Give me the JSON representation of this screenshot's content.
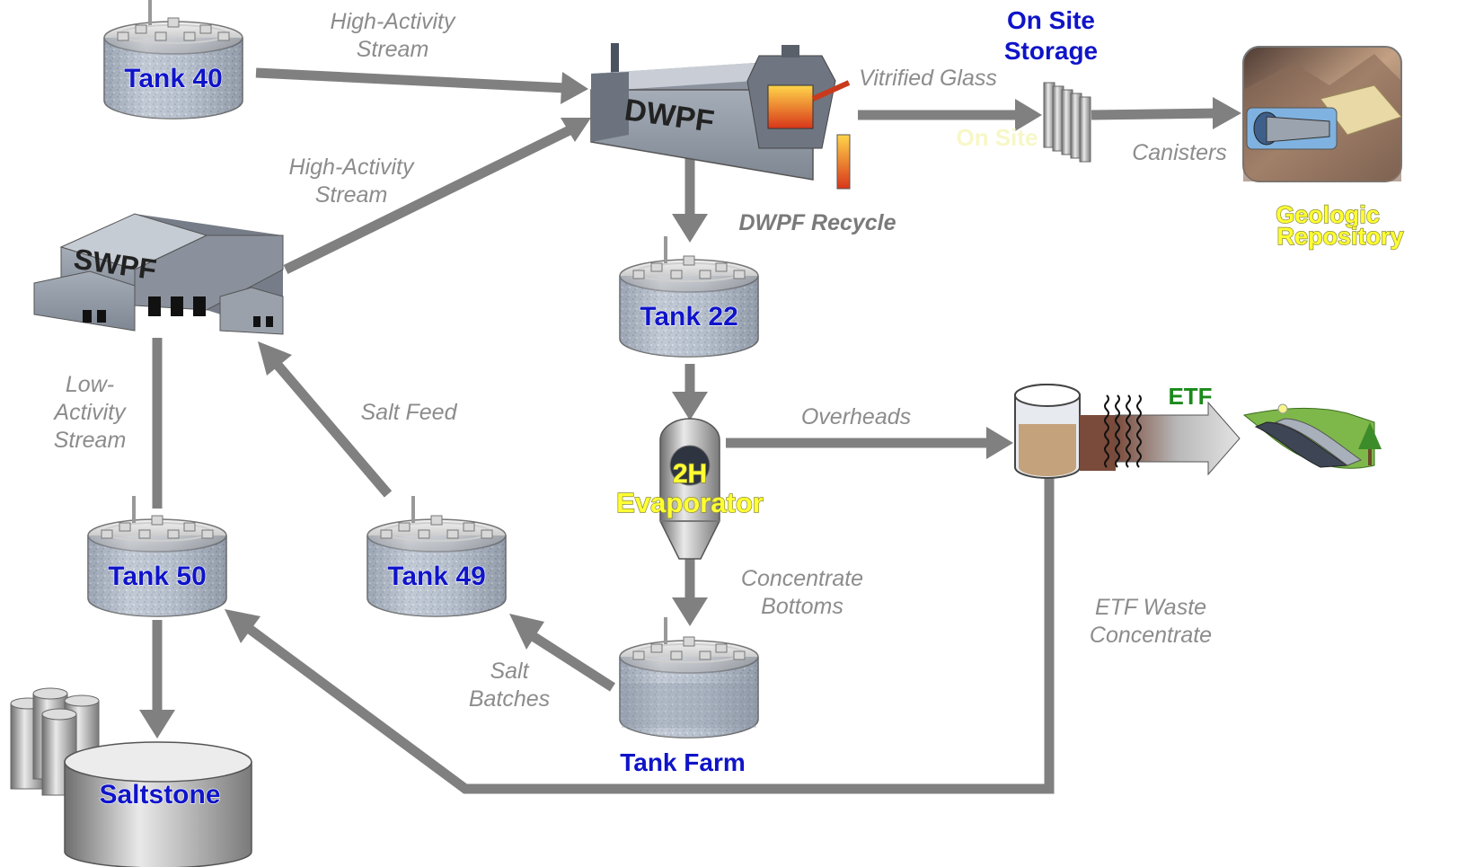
{
  "nodes": {
    "tank40": "Tank 40",
    "tank22": "Tank 22",
    "tank50": "Tank 50",
    "tank49": "Tank 49",
    "tank_farm": "Tank Farm",
    "dwpf": "DWPF",
    "swpf": "SWPF",
    "evaporator_line1": "2H",
    "evaporator_line2": "Evaporator",
    "on_site_storage_line1": "On Site",
    "on_site_storage_line2": "Storage",
    "on_site_ghost": "On Site",
    "geologic_line1": "Geologic",
    "geologic_line2": "Repository",
    "saltstone": "Saltstone",
    "etf": "ETF"
  },
  "flows": {
    "high_activity_top_1": "High-Activity",
    "high_activity_top_2": "Stream",
    "high_activity_mid_1": "High-Activity",
    "high_activity_mid_2": "Stream",
    "vitrified_glass": "Vitrified Glass",
    "canisters": "Canisters",
    "dwpf_recycle": "DWPF Recycle",
    "overheads": "Overheads",
    "low_activity_1": "Low-",
    "low_activity_2": "Activity",
    "low_activity_3": "Stream",
    "salt_feed": "Salt Feed",
    "concentrate_1": "Concentrate",
    "concentrate_2": "Bottoms",
    "salt_batches_1": "Salt",
    "salt_batches_2": "Batches",
    "etf_waste_1": "ETF Waste",
    "etf_waste_2": "Concentrate"
  },
  "colors": {
    "arrow": "#808080",
    "tank_label": "#0f14c8",
    "flow_label": "#8c8c8c",
    "highlight_label": "#ffff33",
    "etf_label": "#1a8a1a"
  }
}
